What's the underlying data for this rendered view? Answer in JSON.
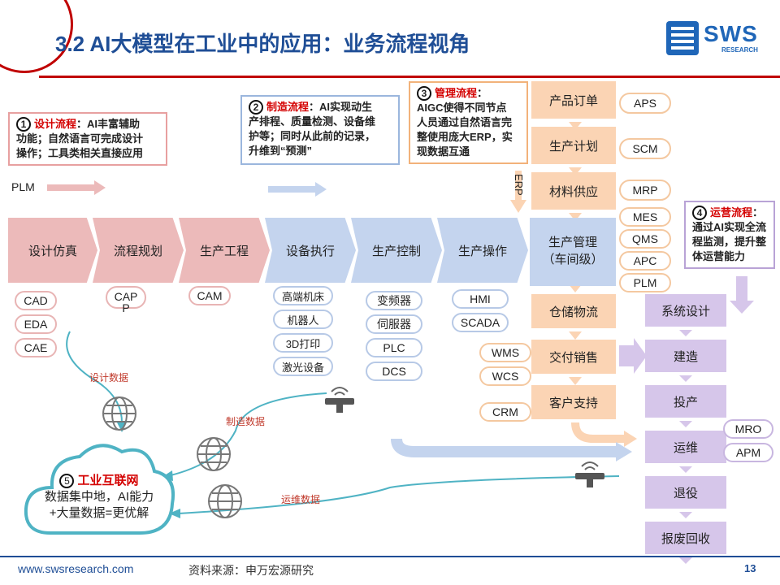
{
  "header": {
    "title": "3.2 AI大模型在工业中的应用：业务流程视角",
    "logo_text": "SWS",
    "logo_sub": "RESEARCH"
  },
  "callouts": {
    "design": {
      "num": "1",
      "heading": "设计流程",
      "body1": "：AI丰富辅助",
      "body2": "功能；自然语言可完成设计",
      "body3": "操作；工具类相关直接应用"
    },
    "manufacture": {
      "num": "2",
      "heading": "制造流程",
      "body1": "：AI实现动生",
      "body2": "产排程、质量检测、设备维",
      "body3": "护等；同时从此前的记录，",
      "body4": "升维到“预测”"
    },
    "manage": {
      "num": "3",
      "heading": "管理流程",
      "body1": "：",
      "body2": "AIGC使得不同节点",
      "body3": "人员通过自然语言完",
      "body4": "整使用庞大ERP，实",
      "body5": "现数据互通"
    },
    "ops": {
      "num": "4",
      "heading": "运营流程",
      "body1": "：",
      "body2": "通过AI实现全流",
      "body3": "程监测，提升整",
      "body4": "体运营能力"
    }
  },
  "labels": {
    "plm": "PLM",
    "erp": "ERP"
  },
  "process": [
    "设计仿真",
    "流程规划",
    "生产工程",
    "设备执行",
    "生产控制",
    "生产操作"
  ],
  "process_mgmt": {
    "line1": "生产管理",
    "line2": "（车间级）"
  },
  "tools": {
    "design": [
      "CAD",
      "EDA",
      "CAE"
    ],
    "cap": "CAP\nP",
    "cap_line1": "CAP",
    "cap_line2": "P",
    "cam": "CAM",
    "equipment": [
      "高端机床",
      "机器人",
      "3D打印",
      "激光设备"
    ],
    "control": [
      "变频器",
      "伺服器",
      "PLC",
      "DCS"
    ],
    "operation": [
      "HMI",
      "SCADA"
    ]
  },
  "mgmt_chain": [
    "产品订单",
    "生产计划",
    "材料供应"
  ],
  "mgmt_chain_lower": [
    "仓储物流",
    "交付销售",
    "客户支持"
  ],
  "mgmt_systems": [
    "APS",
    "SCM",
    "MRP",
    "MES",
    "QMS",
    "APC",
    "PLM"
  ],
  "sales_systems": [
    "WMS",
    "WCS",
    "CRM"
  ],
  "ops_chain": [
    "系统设计",
    "建造",
    "投产",
    "运维",
    "退役",
    "报废回收"
  ],
  "ops_systems": [
    "MRO",
    "APM"
  ],
  "cloud": {
    "num": "5",
    "heading": "工业互联网",
    "line1": "数据集中地，AI能力",
    "line2": "+大量数据=更优解"
  },
  "flows": {
    "design": "设计数据",
    "manufacture": "制造数据",
    "ops": "运维数据"
  },
  "footer": {
    "url": "www.swsresearch.com",
    "source": "资料来源：申万宏源研究",
    "page": "13"
  },
  "colors": {
    "title": "#1f4e96",
    "accent_red": "#c00000",
    "pink": "#ecbaba",
    "blue": "#c4d4ee",
    "orange": "#fbd4b4",
    "purple": "#d6c6ea"
  }
}
